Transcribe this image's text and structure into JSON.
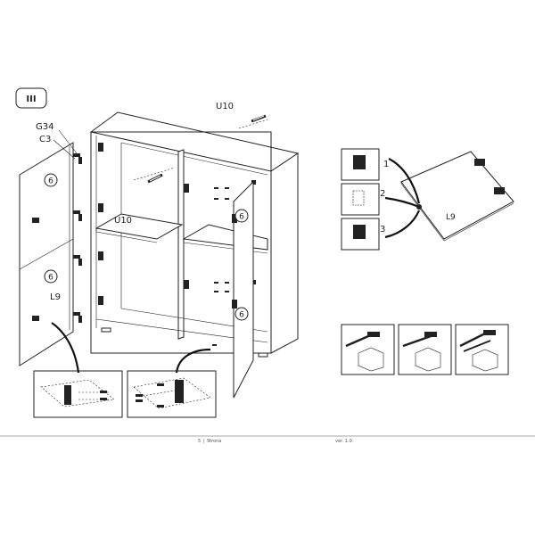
{
  "step": {
    "number": "III"
  },
  "cabinet": {
    "labels": {
      "hinge": "G34",
      "plate": "C3",
      "dowel_top": "U10",
      "dowel_mid": "U10",
      "door_left": "L9",
      "hinge_count_top": "6",
      "hinge_count_bottom": "6",
      "hinge_count_right_top": "6",
      "hinge_count_right_bottom": "6"
    }
  },
  "adjust": {
    "steps": [
      "1",
      "2",
      "3"
    ],
    "door_label": "L9"
  },
  "footer": {
    "page": "5",
    "product": "Strona",
    "version": "ver. 1.0"
  }
}
